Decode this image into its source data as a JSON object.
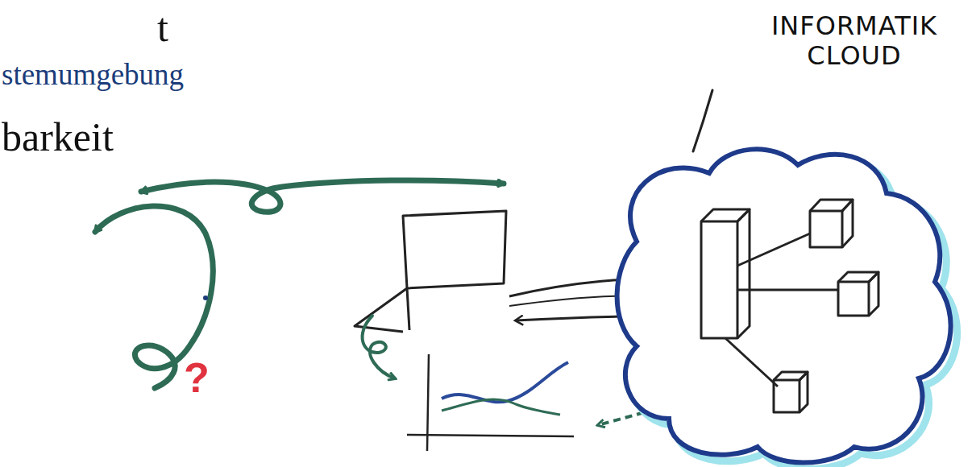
{
  "diagram": {
    "labels": [
      "t",
      "stemumgebung",
      "barkeit",
      "INFORMATIK CLOUD",
      "?"
    ]
  }
}
